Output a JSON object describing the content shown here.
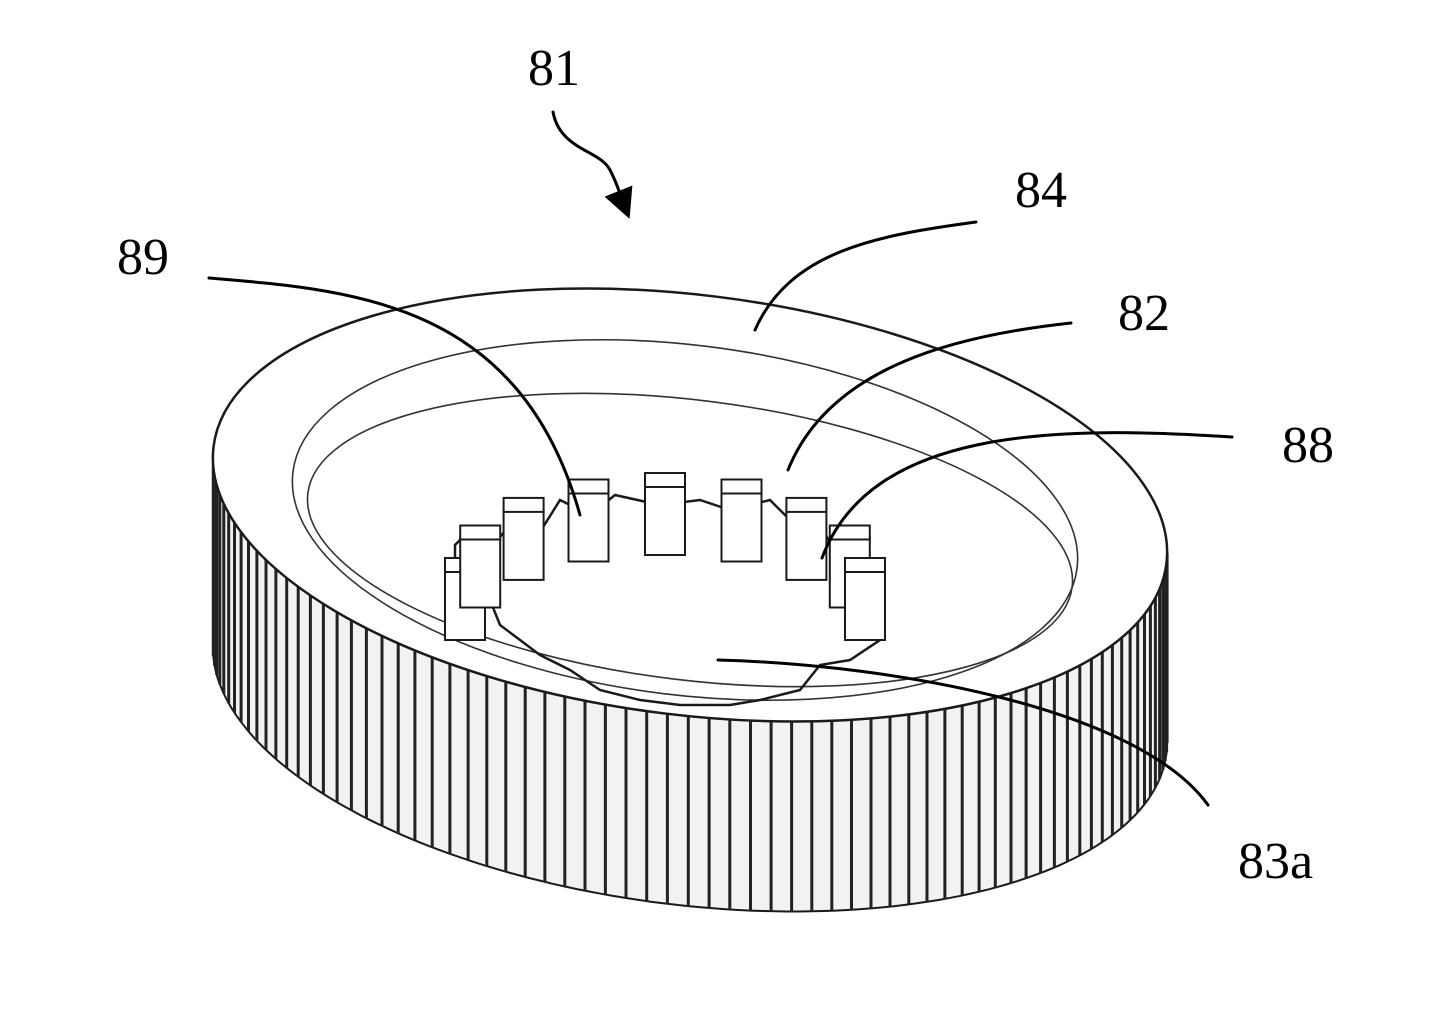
{
  "figure": {
    "reference_numerals": {
      "gear": "81",
      "rim_face": "84",
      "hub_face": "82",
      "pawl_88": "88",
      "pawl_89": "89",
      "bore": "83a"
    }
  },
  "gear_geometry": {
    "outer_teeth_count": 72,
    "inner_pawl_count": 9
  }
}
